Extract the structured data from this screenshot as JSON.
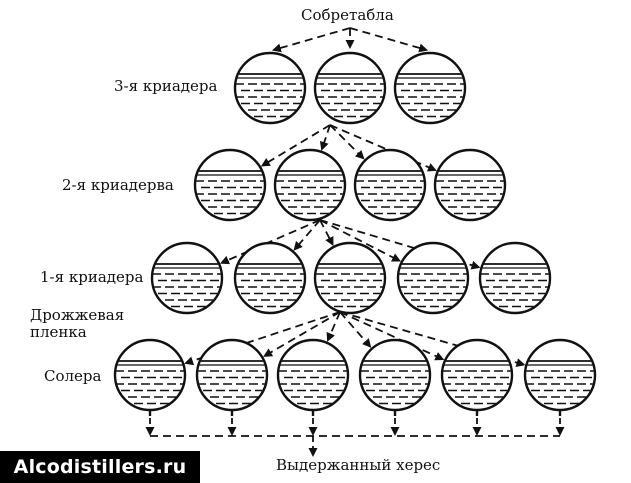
{
  "labels": {
    "top": "Собретабла",
    "row3": "3-я криадера",
    "row2": "2-я криадерва",
    "row1": "1-я криадера",
    "film": "Дрожжевая пленка",
    "solera": "Солера",
    "bottom": "Выдержанный херес"
  },
  "watermark": "Alcodistillers.ru",
  "rows": [
    {
      "name": "row3",
      "barrels": 3
    },
    {
      "name": "row2",
      "barrels": 4
    },
    {
      "name": "row1",
      "barrels": 5
    },
    {
      "name": "solera",
      "barrels": 6
    }
  ]
}
